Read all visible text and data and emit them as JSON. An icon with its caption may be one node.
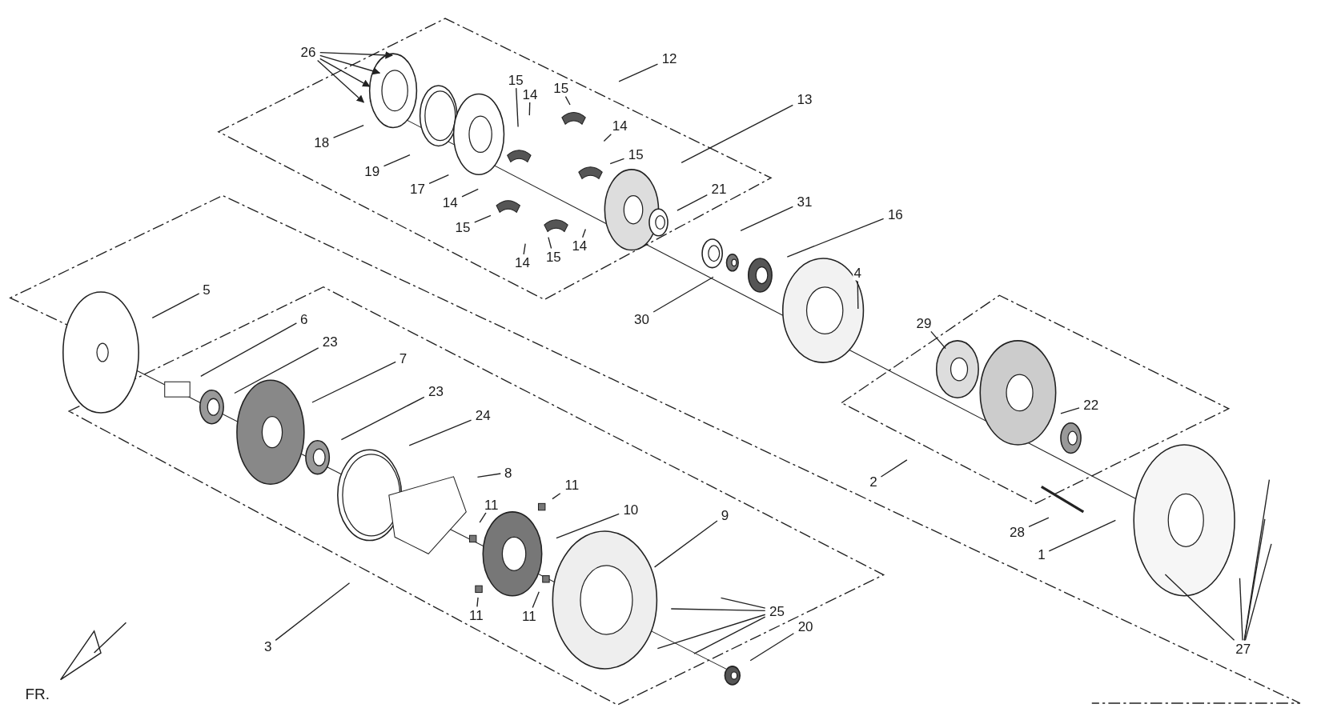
{
  "diagram": {
    "nodes": [
      {
        "text": [
          "26"
        ]
      },
      {
        "text": [
          "12"
        ]
      },
      {
        "text": [
          "15"
        ]
      },
      {
        "text": [
          "15"
        ]
      },
      {
        "text": [
          "14"
        ]
      },
      {
        "text": [
          "13"
        ]
      },
      {
        "text": [
          "14"
        ]
      },
      {
        "text": [
          "18"
        ]
      },
      {
        "text": [
          "15"
        ]
      },
      {
        "text": [
          "19"
        ]
      },
      {
        "text": [
          "17"
        ]
      },
      {
        "text": [
          "21"
        ]
      },
      {
        "text": [
          "31"
        ]
      },
      {
        "text": [
          "14"
        ]
      },
      {
        "text": [
          "16"
        ]
      },
      {
        "text": [
          "15"
        ]
      },
      {
        "text": [
          "14"
        ]
      },
      {
        "text": [
          "15"
        ]
      },
      {
        "text": [
          "14"
        ]
      },
      {
        "text": [
          "4"
        ]
      },
      {
        "text": [
          "5"
        ]
      },
      {
        "text": [
          "30"
        ]
      },
      {
        "text": [
          "6"
        ]
      },
      {
        "text": [
          "29"
        ]
      },
      {
        "text": [
          "23"
        ]
      },
      {
        "text": [
          "7"
        ]
      },
      {
        "text": [
          "23"
        ]
      },
      {
        "text": [
          "22"
        ]
      },
      {
        "text": [
          "24"
        ]
      },
      {
        "text": [
          "8"
        ]
      },
      {
        "text": [
          "2"
        ]
      },
      {
        "text": [
          "11"
        ]
      },
      {
        "text": [
          "11"
        ]
      },
      {
        "text": [
          "10"
        ]
      },
      {
        "text": [
          "9"
        ]
      },
      {
        "text": [
          "28"
        ]
      },
      {
        "text": [
          "1"
        ]
      },
      {
        "text": [
          "25"
        ]
      },
      {
        "text": [
          "20"
        ]
      },
      {
        "text": [
          "11"
        ]
      },
      {
        "text": [
          "11"
        ]
      },
      {
        "text": [
          "3"
        ]
      },
      {
        "text": [
          "27"
        ]
      }
    ],
    "edges": [
      {
        "from": 0,
        "to": null,
        "arrow": "to"
      },
      {
        "from": 0,
        "to": null,
        "arrow": "to"
      },
      {
        "from": 0,
        "to": null,
        "arrow": "to"
      },
      {
        "from": 0,
        "to": null,
        "arrow": "to"
      },
      {
        "from": 1,
        "to": null,
        "arrow": "none"
      },
      {
        "from": 2,
        "to": null,
        "arrow": "none"
      },
      {
        "from": 3,
        "to": null,
        "arrow": "none"
      },
      {
        "from": 4,
        "to": null,
        "arrow": "none"
      },
      {
        "from": 5,
        "to": null,
        "arrow": "none"
      },
      {
        "from": 6,
        "to": null,
        "arrow": "none"
      },
      {
        "from": 7,
        "to": null,
        "arrow": "none"
      },
      {
        "from": 8,
        "to": null,
        "arrow": "none"
      },
      {
        "from": 9,
        "to": null,
        "arrow": "none"
      },
      {
        "from": 10,
        "to": null,
        "arrow": "none"
      },
      {
        "from": 11,
        "to": null,
        "arrow": "none"
      },
      {
        "from": 12,
        "to": null,
        "arrow": "none"
      },
      {
        "from": 13,
        "to": null,
        "arrow": "none"
      },
      {
        "from": 14,
        "to": null,
        "arrow": "none"
      },
      {
        "from": 15,
        "to": null,
        "arrow": "none"
      },
      {
        "from": 16,
        "to": null,
        "arrow": "none"
      },
      {
        "from": 17,
        "to": null,
        "arrow": "none"
      },
      {
        "from": 18,
        "to": null,
        "arrow": "none"
      },
      {
        "from": 19,
        "to": null,
        "arrow": "none"
      },
      {
        "from": 20,
        "to": null,
        "arrow": "none"
      },
      {
        "from": 21,
        "to": null,
        "arrow": "none"
      },
      {
        "from": 22,
        "to": null,
        "arrow": "none"
      },
      {
        "from": 23,
        "to": null,
        "arrow": "none"
      },
      {
        "from": 24,
        "to": null,
        "arrow": "none"
      },
      {
        "from": 25,
        "to": null,
        "arrow": "none"
      },
      {
        "from": 26,
        "to": null,
        "arrow": "none"
      },
      {
        "from": 27,
        "to": null,
        "arrow": "none"
      },
      {
        "from": 28,
        "to": null,
        "arrow": "none"
      },
      {
        "from": 29,
        "to": null,
        "arrow": "none"
      },
      {
        "from": 30,
        "to": null,
        "arrow": "none"
      },
      {
        "from": 31,
        "to": null,
        "arrow": "none"
      },
      {
        "from": 32,
        "to": null,
        "arrow": "none"
      },
      {
        "from": 33,
        "to": null,
        "arrow": "none"
      },
      {
        "from": 34,
        "to": null,
        "arrow": "none"
      },
      {
        "from": 35,
        "to": null,
        "arrow": "none"
      },
      {
        "from": 36,
        "to": null,
        "arrow": "none"
      },
      {
        "from": 37,
        "to": null,
        "arrow": "none"
      },
      {
        "from": 37,
        "to": null,
        "arrow": "none"
      },
      {
        "from": 37,
        "to": null,
        "arrow": "none"
      },
      {
        "from": 37,
        "to": null,
        "arrow": "none"
      },
      {
        "from": 38,
        "to": null,
        "arrow": "none"
      },
      {
        "from": 39,
        "to": null,
        "arrow": "none"
      },
      {
        "from": 40,
        "to": null,
        "arrow": "none"
      },
      {
        "from": 41,
        "to": null,
        "arrow": "none"
      },
      {
        "from": 42,
        "to": null,
        "arrow": "none"
      },
      {
        "from": 42,
        "to": null,
        "arrow": "none"
      },
      {
        "from": 42,
        "to": null,
        "arrow": "none"
      },
      {
        "from": 42,
        "to": null,
        "arrow": "none"
      },
      {
        "from": 42,
        "to": null,
        "arrow": "none"
      }
    ],
    "labels": [
      "FR."
    ]
  }
}
